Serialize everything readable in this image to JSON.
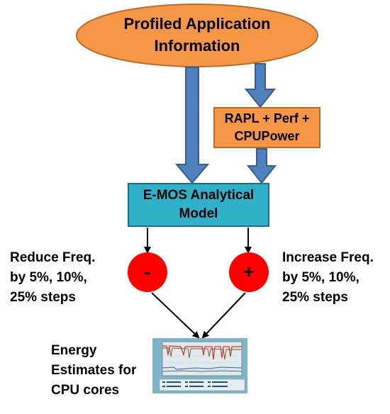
{
  "diagram": {
    "profiled_app": {
      "line1": "Profiled Application",
      "line2": "Information"
    },
    "rapl": {
      "line1": "RAPL + Perf +",
      "line2": "CPUPower"
    },
    "emos": {
      "line1": "E-MOS Analytical",
      "line2": "Model"
    },
    "reduce": {
      "sign": "-",
      "line1": "Reduce Freq.",
      "line2": "by 5%, 10%,",
      "line3": "25% steps"
    },
    "increase": {
      "sign": "+",
      "line1": "Increase Freq.",
      "line2": "by 5%, 10%,",
      "line3": "25% steps"
    },
    "energy": {
      "line1": "Energy",
      "line2": "Estimates for",
      "line3": "CPU cores"
    }
  },
  "colors": {
    "ellipse_fill": "#f79646",
    "rapl_fill": "#f79646",
    "emos_fill": "#31b0c9",
    "big_arrow": "#4f81bd",
    "circle_fill": "#ff0000"
  }
}
